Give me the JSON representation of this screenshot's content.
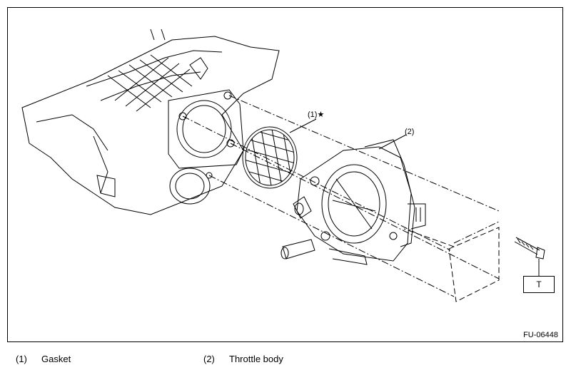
{
  "figure": {
    "id": "FU-06448",
    "callouts": [
      {
        "num": "(1)",
        "star": "★"
      },
      {
        "num": "(2)"
      }
    ],
    "torque_label": "T"
  },
  "legend": [
    {
      "num": "(1)",
      "label": "Gasket"
    },
    {
      "num": "(2)",
      "label": "Throttle body"
    }
  ]
}
